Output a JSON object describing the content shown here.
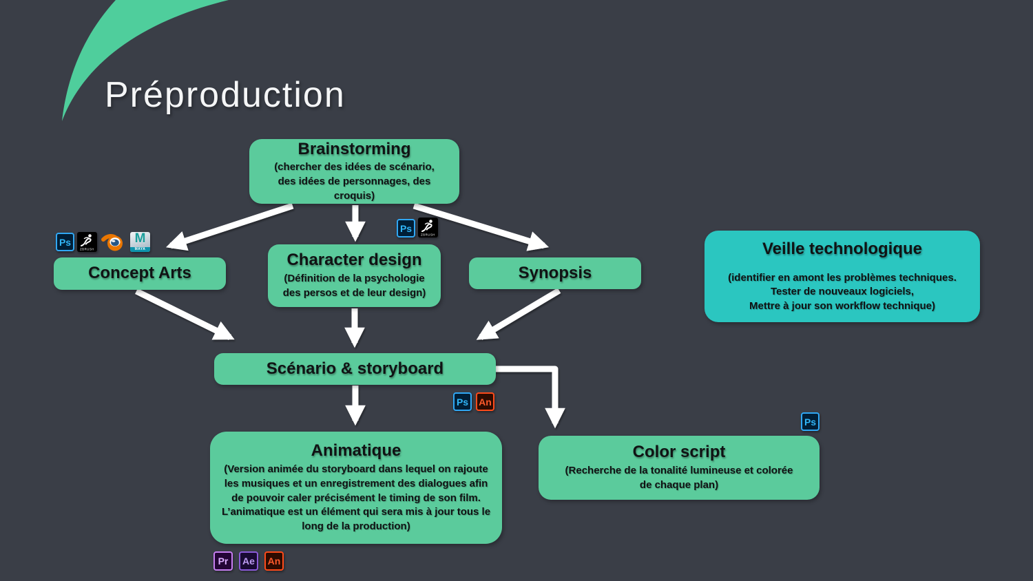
{
  "slide": {
    "title": "Préproduction",
    "phase": "Préproduction"
  },
  "colors": {
    "background": "#3A3E47",
    "node_green": "#5BCB9C",
    "node_teal": "#2BC6C0",
    "arrow": "#FFFFFF",
    "photoshop_accent": "#31A8FF",
    "animate_accent": "#FF4B1A",
    "premiere_accent": "#C87FF2",
    "after_effects_accent": "#8D5BDB"
  },
  "nodes": {
    "brainstorming": {
      "title": "Brainstorming",
      "subtitle": "(chercher des idées de scénario,\ndes idées de personnages, des croquis)"
    },
    "concept_arts": {
      "title": "Concept Arts",
      "tools": [
        "Photoshop",
        "ZBrush",
        "Blender",
        "Maya"
      ]
    },
    "character_design": {
      "title": "Character design",
      "subtitle": "(Définition de la psychologie\ndes persos et de leur design)",
      "tools": [
        "Photoshop",
        "ZBrush"
      ]
    },
    "synopsis": {
      "title": "Synopsis"
    },
    "veille_technologique": {
      "title": "Veille technologique",
      "subtitle": "(identifier en amont les problèmes techniques.\nTester de nouveaux logiciels,\nMettre à jour son workflow technique)"
    },
    "scenario_storyboard": {
      "title": "Scénario & storyboard",
      "tools": [
        "Photoshop",
        "Animate"
      ]
    },
    "animatique": {
      "title": "Animatique",
      "subtitle": "(Version animée du storyboard dans lequel on rajoute\nles musiques et un enregistrement des dialogues afin\nde pouvoir caler précisément le timing de son film.\nL’animatique est un élément qui sera mis à jour tous le\nlong de la production)",
      "tools": [
        "Premiere Pro",
        "After Effects",
        "Animate"
      ]
    },
    "color_script": {
      "title": "Color script",
      "subtitle": "(Recherche de la tonalité lumineuse et colorée\nde chaque plan)",
      "tools": [
        "Photoshop"
      ]
    }
  },
  "edges": [
    {
      "from": "Brainstorming",
      "to": "Concept Arts"
    },
    {
      "from": "Brainstorming",
      "to": "Character design"
    },
    {
      "from": "Brainstorming",
      "to": "Synopsis"
    },
    {
      "from": "Concept Arts",
      "to": "Scénario & storyboard"
    },
    {
      "from": "Character design",
      "to": "Scénario & storyboard"
    },
    {
      "from": "Synopsis",
      "to": "Scénario & storyboard"
    },
    {
      "from": "Scénario & storyboard",
      "to": "Animatique"
    },
    {
      "from": "Scénario & storyboard",
      "to": "Color script"
    }
  ],
  "icons": {
    "photoshop": {
      "label": "Ps",
      "name": "Adobe Photoshop"
    },
    "zbrush": {
      "label": "ZBRUSH",
      "name": "ZBrush"
    },
    "blender": {
      "name": "Blender"
    },
    "maya": {
      "letter": "M",
      "label": "MAYA",
      "name": "Autodesk Maya"
    },
    "premiere": {
      "label": "Pr",
      "name": "Adobe Premiere Pro"
    },
    "after_effects": {
      "label": "Ae",
      "name": "Adobe After Effects"
    },
    "animate": {
      "label": "An",
      "name": "Adobe Animate"
    }
  }
}
